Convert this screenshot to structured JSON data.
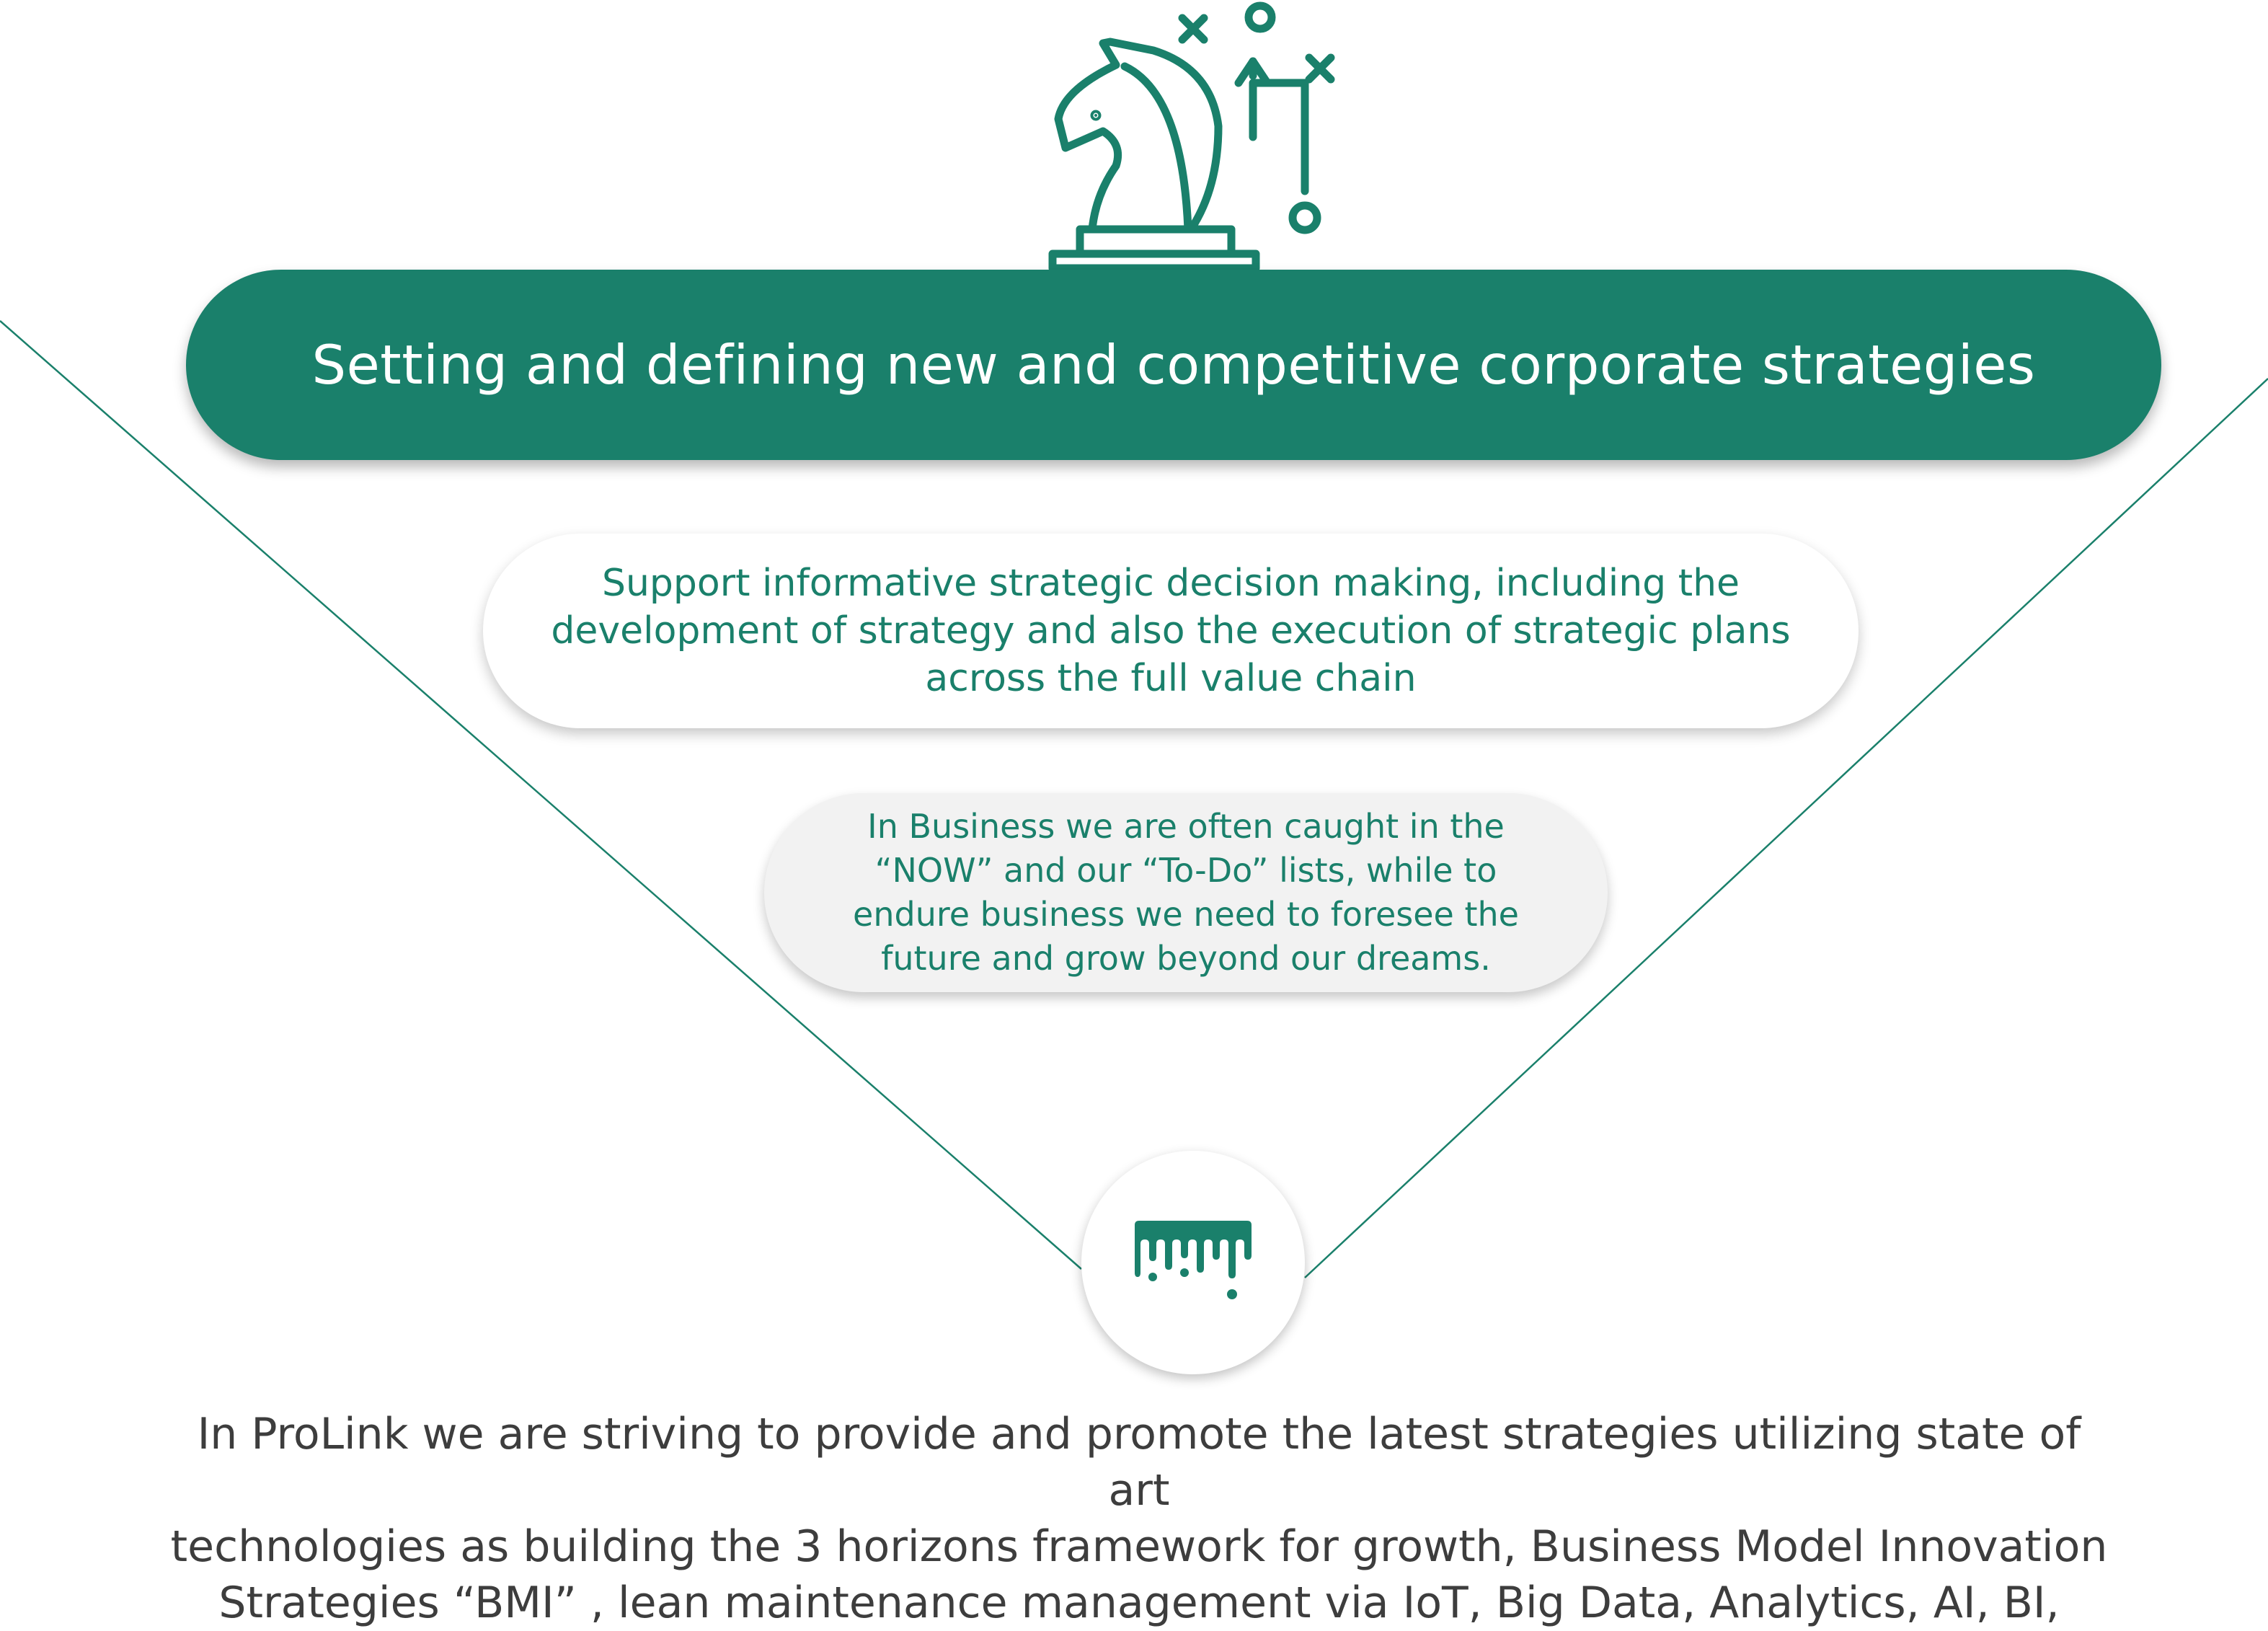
{
  "banner": {
    "title": "Setting and defining new and competitive corporate strategies"
  },
  "support_pill": {
    "lines": [
      "Support informative strategic decision making, including the",
      "development of strategy and also the execution of strategic plans",
      "across the full value chain"
    ]
  },
  "now_pill": {
    "lines": [
      "In Business we are often caught in the",
      "“NOW” and our “To-Do” lists, while to",
      "endure business we need to foresee the",
      "future and grow beyond our dreams."
    ]
  },
  "footer": {
    "lines": [
      "In ProLink we are striving to provide and promote the latest strategies utilizing state of art",
      "technologies as building the 3 horizons framework for growth, Business Model Innovation",
      "Strategies “BMI” , lean maintenance management via IoT, Big Data, Analytics, AI, BI,"
    ]
  },
  "icons": {
    "top": "chess-knight-strategy-icon",
    "logo": "prolink-logo-icon"
  },
  "colors": {
    "accent": "#1a806b",
    "text_dark": "#3d3d3d",
    "pill_gray": "#f2f2f2"
  }
}
